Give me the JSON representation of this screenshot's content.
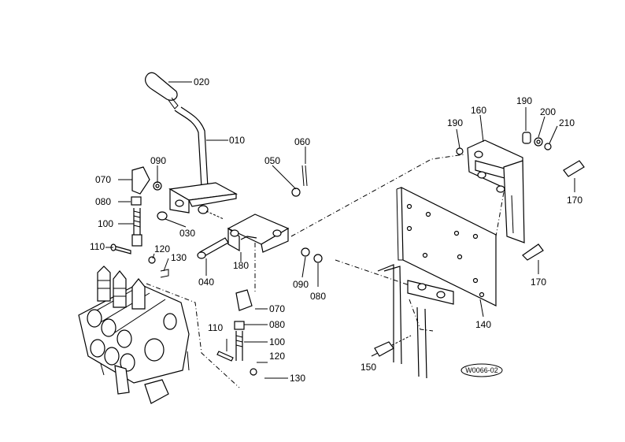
{
  "diagram": {
    "drawing_code": "W0066-02",
    "callouts": {
      "c020": "020",
      "c010": "010",
      "c090a": "090",
      "c070a": "070",
      "c080a": "080",
      "c100a": "100",
      "c110a": "110",
      "c120a": "120",
      "c130a": "130",
      "c030": "030",
      "c040": "040",
      "c050": "050",
      "c060": "060",
      "c180": "180",
      "c090b": "090",
      "c080b": "080",
      "c070b": "070",
      "c080c": "080",
      "c100b": "100",
      "c110b": "110",
      "c120b": "120",
      "c130b": "130",
      "c160": "160",
      "c190a": "190",
      "c190b": "190",
      "c200": "200",
      "c210": "210",
      "c170a": "170",
      "c170b": "170",
      "c140": "140",
      "c150": "150"
    }
  }
}
